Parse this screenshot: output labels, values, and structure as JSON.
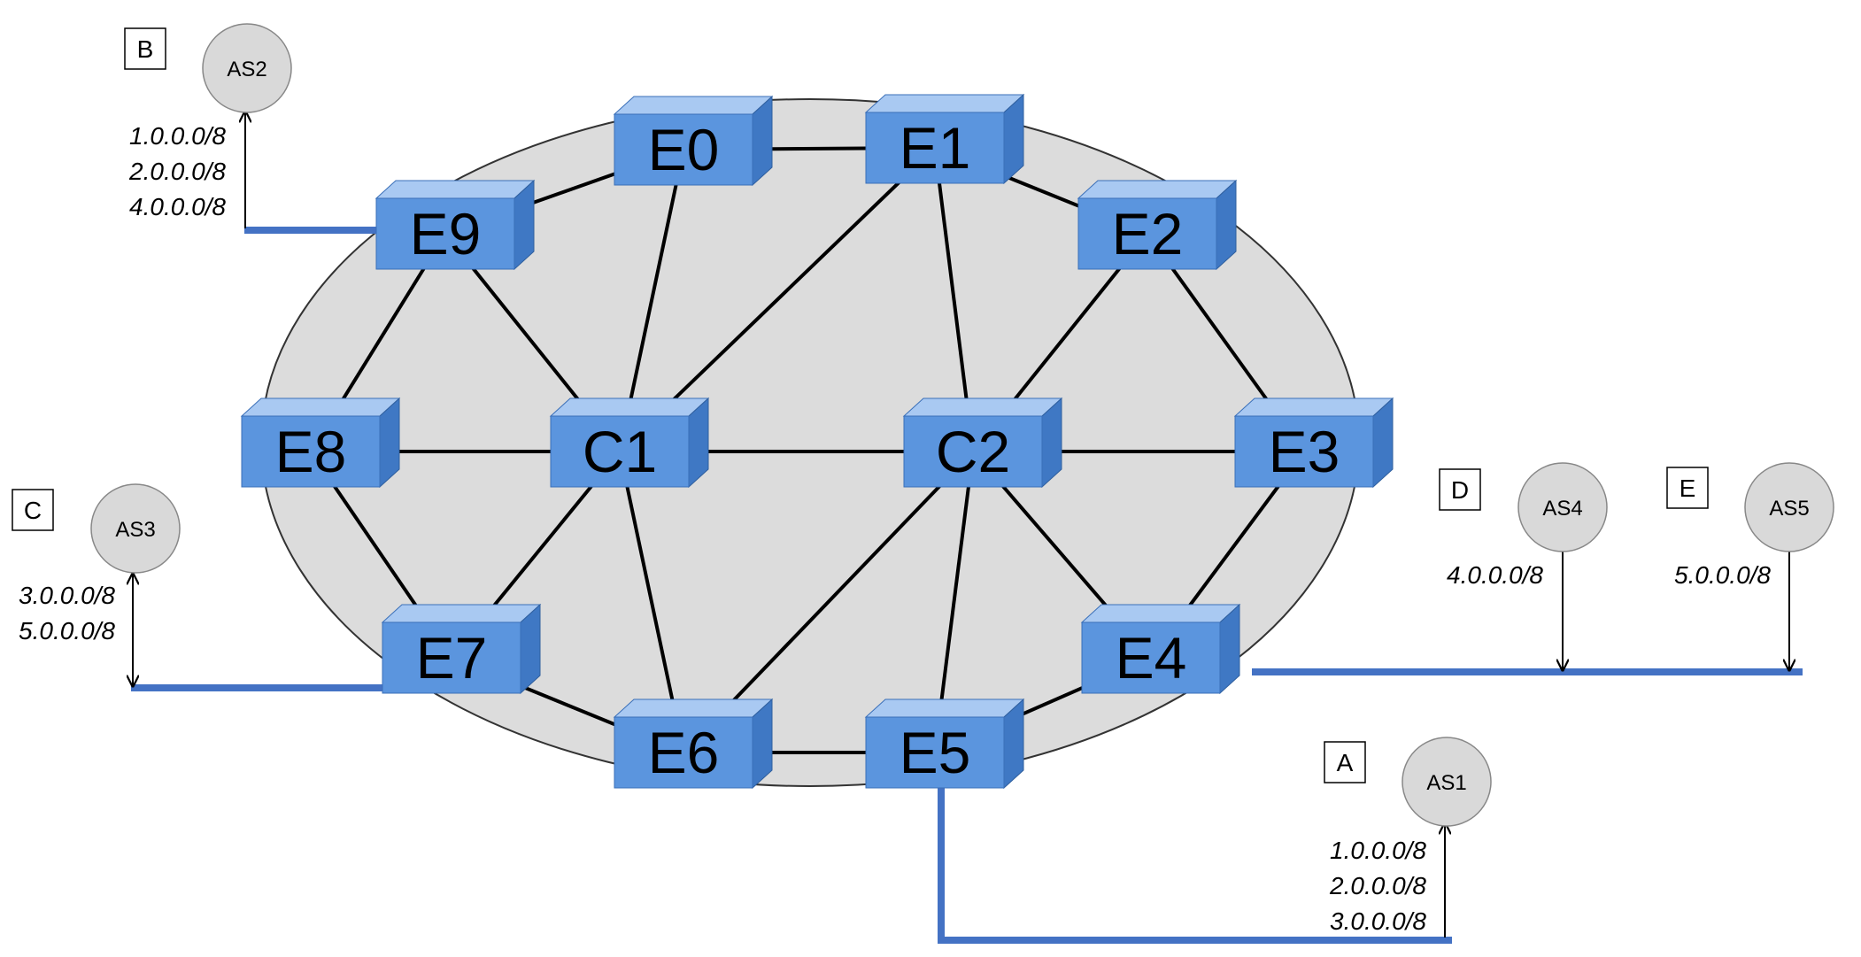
{
  "routers": [
    {
      "id": "E0",
      "label": "E0"
    },
    {
      "id": "E1",
      "label": "E1"
    },
    {
      "id": "E2",
      "label": "E2"
    },
    {
      "id": "E3",
      "label": "E3"
    },
    {
      "id": "E4",
      "label": "E4"
    },
    {
      "id": "E5",
      "label": "E5"
    },
    {
      "id": "E6",
      "label": "E6"
    },
    {
      "id": "E7",
      "label": "E7"
    },
    {
      "id": "E8",
      "label": "E8"
    },
    {
      "id": "E9",
      "label": "E9"
    },
    {
      "id": "C1",
      "label": "C1"
    },
    {
      "id": "C2",
      "label": "C2"
    }
  ],
  "links": [
    [
      "E0",
      "E1"
    ],
    [
      "E0",
      "E9"
    ],
    [
      "E0",
      "C1"
    ],
    [
      "E1",
      "E2"
    ],
    [
      "E1",
      "C1"
    ],
    [
      "E1",
      "C2"
    ],
    [
      "E2",
      "E3"
    ],
    [
      "E2",
      "C2"
    ],
    [
      "E3",
      "C2"
    ],
    [
      "E3",
      "E4"
    ],
    [
      "E4",
      "C2"
    ],
    [
      "E4",
      "E5"
    ],
    [
      "E5",
      "E6"
    ],
    [
      "E5",
      "C2"
    ],
    [
      "E6",
      "C2"
    ],
    [
      "E6",
      "C1"
    ],
    [
      "E6",
      "E7"
    ],
    [
      "E7",
      "C1"
    ],
    [
      "E7",
      "E8"
    ],
    [
      "E8",
      "C1"
    ],
    [
      "E8",
      "E9"
    ],
    [
      "E9",
      "C1"
    ],
    [
      "C1",
      "C2"
    ]
  ],
  "external": [
    {
      "as": "AS1",
      "box": "A",
      "prefixes": [
        "1.0.0.0/8",
        "2.0.0.0/8",
        "3.0.0.0/8"
      ]
    },
    {
      "as": "AS2",
      "box": "B",
      "prefixes": [
        "1.0.0.0/8",
        "2.0.0.0/8",
        "4.0.0.0/8"
      ]
    },
    {
      "as": "AS3",
      "box": "C",
      "prefixes": [
        "3.0.0.0/8",
        "5.0.0.0/8"
      ]
    },
    {
      "as": "AS4",
      "box": "D",
      "prefixes": [
        "4.0.0.0/8"
      ]
    },
    {
      "as": "AS5",
      "box": "E",
      "prefixes": [
        "5.0.0.0/8"
      ]
    }
  ],
  "colors": {
    "router_front": "#5b95de",
    "router_top": "#a9c9f2",
    "router_side": "#3f78c4",
    "cloud": "#dcdcdc",
    "as_circle": "#d9d9d9",
    "ext_link": "#4472c4"
  }
}
